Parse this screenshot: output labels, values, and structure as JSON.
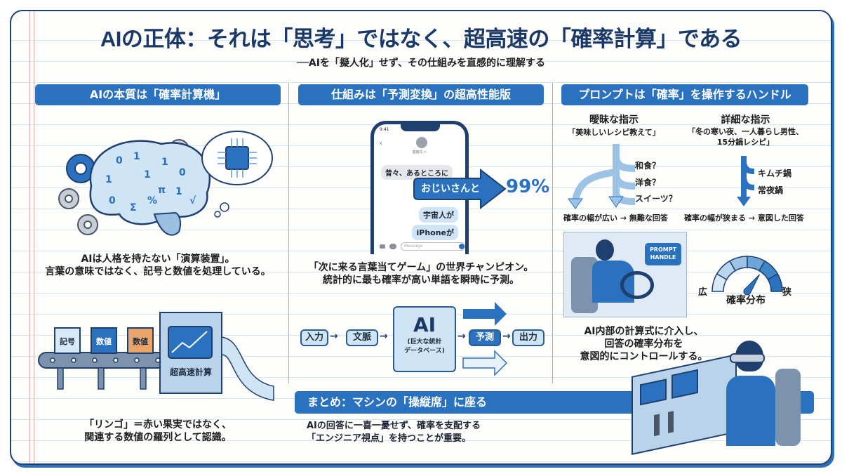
{
  "header": {
    "title": "AIの正体：それは「思考」ではなく、超高速の「確率計算」である",
    "subtitle": "──AIを「擬人化」せず、その仕組みを直感的に理解する"
  },
  "sections": {
    "left": {
      "banner": "AIの本質は「確率計算機」",
      "caption_top": [
        "AIは人格を持たない「演算装置」。",
        "言葉の意味ではなく、記号と数値を処理している。"
      ],
      "brain_symbols": [
        "0",
        "1",
        "1",
        "0",
        "1",
        "1",
        "0",
        "1",
        "%",
        "Σ",
        "√",
        "π"
      ],
      "conveyor_boxes": [
        "記号",
        "数値",
        "数値"
      ],
      "machine_label": "超高速計算",
      "caption_bottom": [
        "「リンゴ」＝赤い果実ではなく、",
        "関連する数値の羅列として認識。"
      ]
    },
    "middle": {
      "banner": "仕組みは「予測変換」の超高性能版",
      "phone": {
        "time": "9:41",
        "contact": "連絡先 >",
        "messages": [
          "昔々、あるところに",
          "おじいさんと",
          "宇宙人が",
          "iPhoneが"
        ],
        "input_placeholder": "Message",
        "probability": "99%"
      },
      "caption": [
        "「次に来る言葉当てゲーム」の世界チャンピオン。",
        "統計的に最も確率が高い単語を瞬時に予測。"
      ],
      "flow": {
        "input": "入力",
        "context": "文脈",
        "ai_title": "AI",
        "ai_sub": [
          "(巨大な統計",
          "データベース)"
        ],
        "predict": "予測",
        "output": "出力"
      }
    },
    "right": {
      "banner": "プロンプトは「確率」を操作するハンドル",
      "vague": {
        "title": "曖昧な指示",
        "example": "「美味しいレシピ教えて」",
        "options": [
          "和食？",
          "洋食？",
          "スイーツ？"
        ],
        "result": "確率の幅が広い → 無難な回答"
      },
      "detailed": {
        "title": "詳細な指示",
        "example": [
          "「冬の寒い夜、一人暮らし男性、",
          "15分鍋レシピ」"
        ],
        "options": [
          "キムチ鍋",
          "常夜鍋"
        ],
        "result": "確率の幅が狭まる → 意図した回答"
      },
      "speech_bubble": [
        "PROMPT",
        "HANDLE"
      ],
      "gauge": {
        "left": "広",
        "right": "狭",
        "label": "確率分布",
        "needle_level": 0.7
      },
      "caption": [
        "AI内部の計算式に介入し、",
        "回答の確率分布を",
        "意図的にコントロールする。"
      ]
    },
    "summary": {
      "banner": "まとめ：マシンの「操縦席」に座る",
      "text": [
        "AIの回答に一喜一憂せず、確率を支配する",
        "「エンジニア視点」を持つことが重要。"
      ]
    }
  },
  "colors": {
    "navy": "#1a3968",
    "banner": "#2a72bf",
    "light": "#cfe4f5",
    "orange": "#e9a46a"
  }
}
